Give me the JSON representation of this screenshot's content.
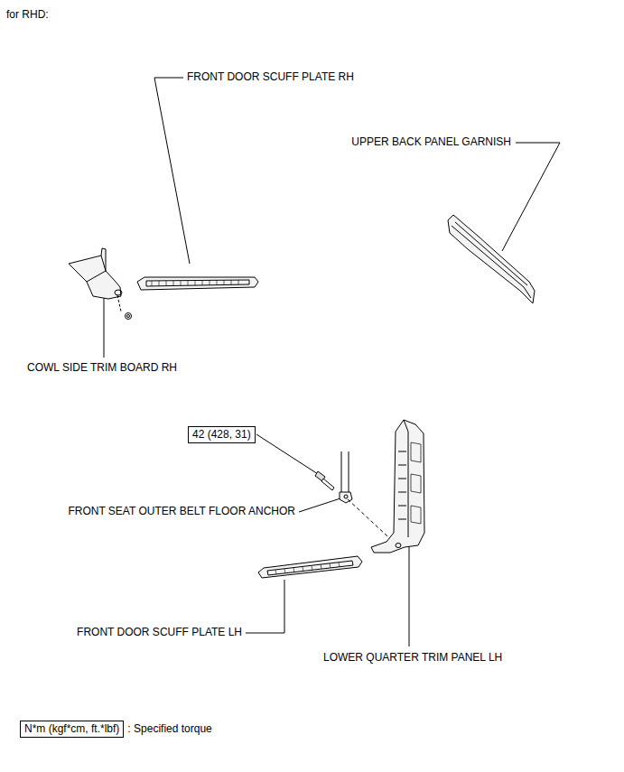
{
  "diagram": {
    "nodes": [
      {
        "text": [
          "42 (428, 31)"
        ]
      },
      {
        "text": [
          "N*m (kgf*cm, ft.*lbf)",
          ": Specified torque"
        ]
      }
    ],
    "labels": [
      "for RHD:",
      "FRONT DOOR SCUFF PLATE RH",
      "UPPER BACK PANEL GARNISH",
      "COWL SIDE TRIM BOARD RH",
      "FRONT SEAT OUTER BELT FLOOR ANCHOR",
      "FRONT DOOR SCUFF PLATE LH",
      "LOWER QUARTER TRIM PANEL LH"
    ]
  }
}
